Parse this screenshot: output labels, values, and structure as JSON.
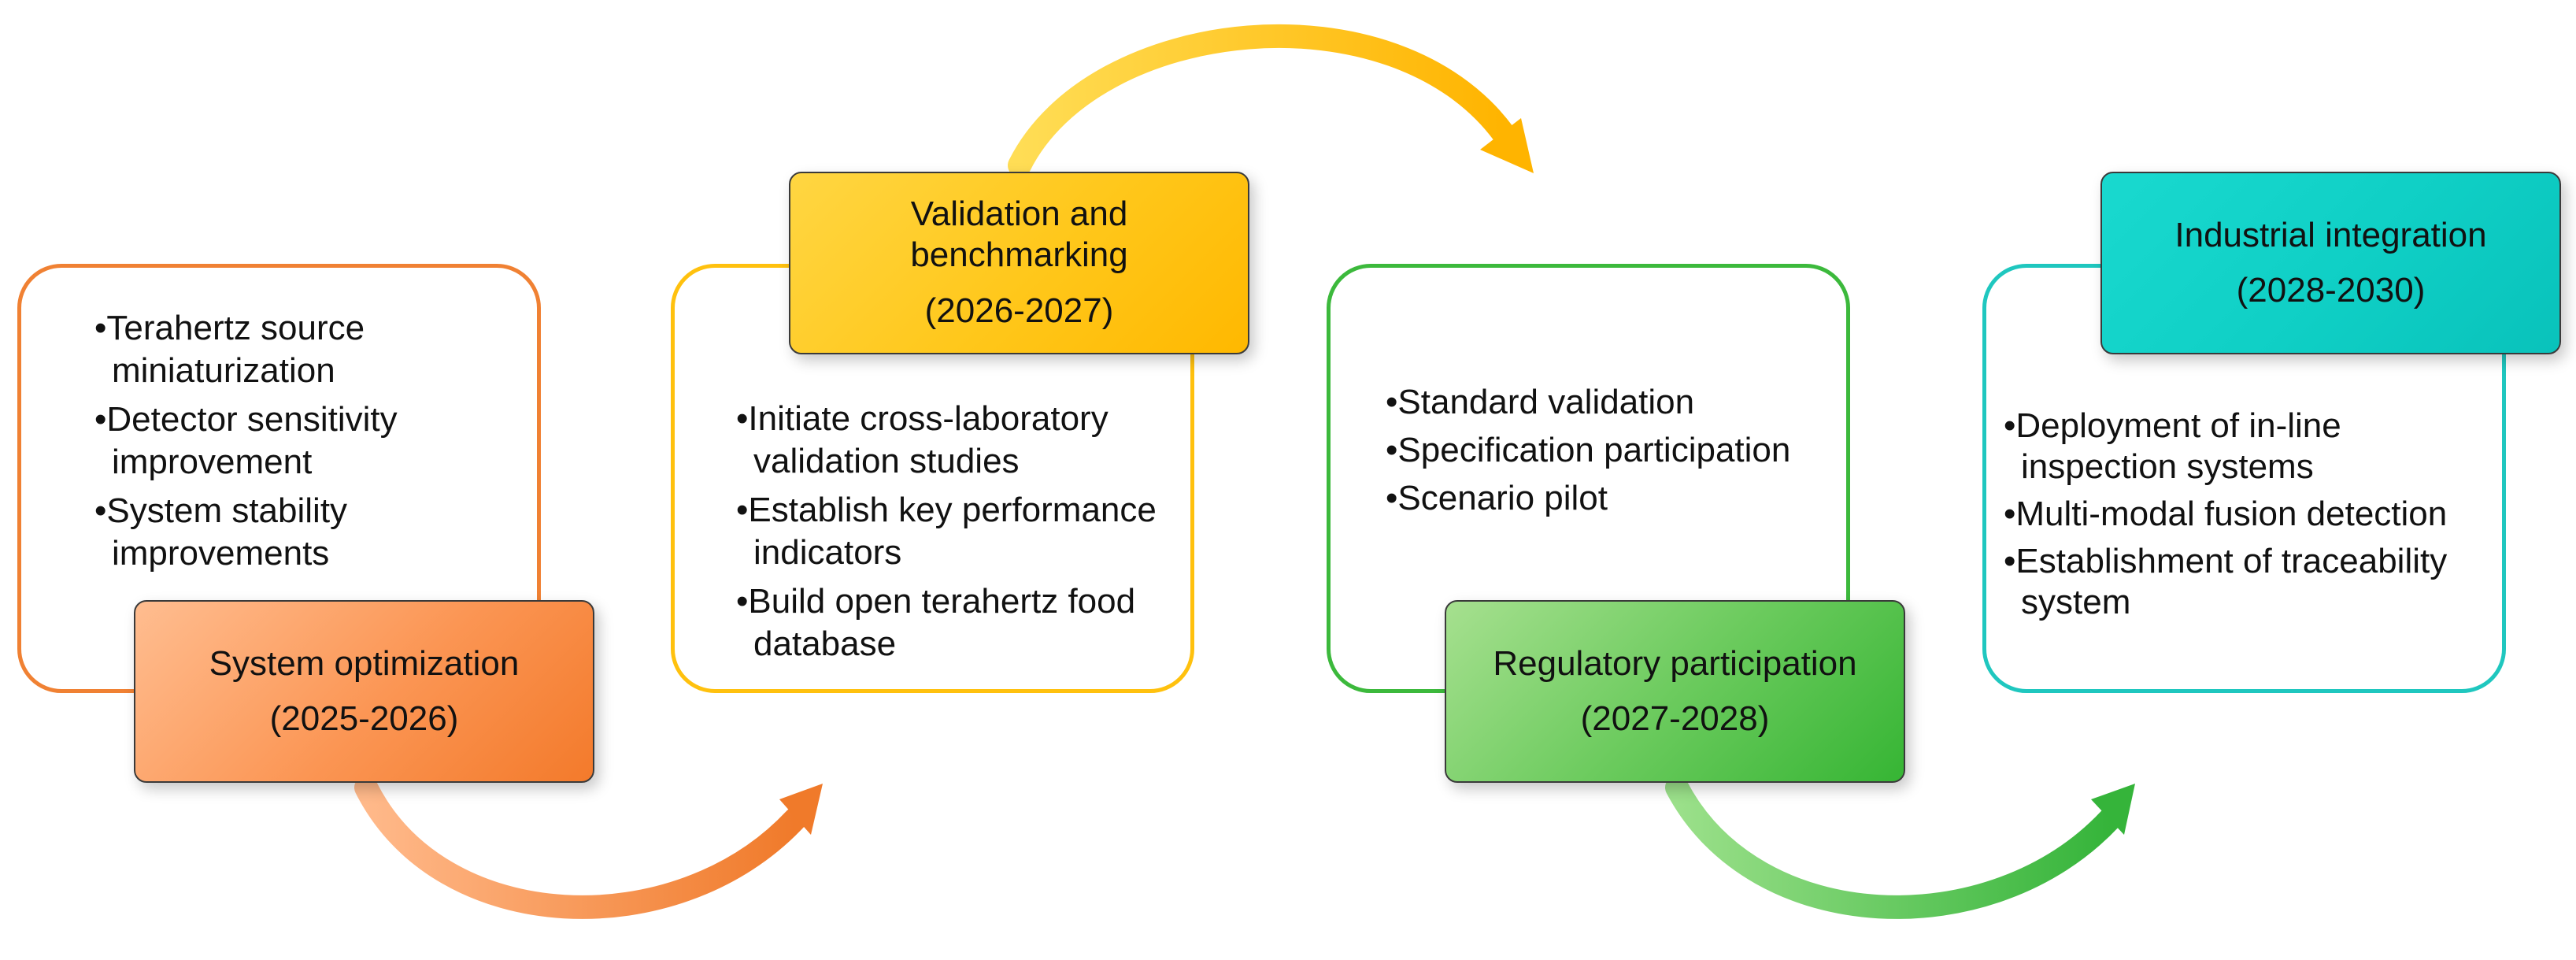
{
  "colors": {
    "orange": "#f08133",
    "yellow": "#ffc10e",
    "green": "#3cb93c",
    "teal": "#1fc7bf"
  },
  "stages": [
    {
      "title": "System optimization",
      "years": "(2025-2026)",
      "bullets": [
        "Terahertz source miniaturization",
        "Detector sensitivity improvement",
        "System stability improvements"
      ]
    },
    {
      "title": "Validation and benchmarking",
      "years": "(2026-2027)",
      "bullets": [
        "Initiate cross-laboratory validation studies",
        "Establish key performance indicators",
        "Build open terahertz food database"
      ]
    },
    {
      "title": "Regulatory participation",
      "years": "(2027-2028)",
      "bullets": [
        "Standard validation",
        "Specification participation",
        "Scenario pilot"
      ]
    },
    {
      "title": "Industrial integration",
      "years": "(2028-2030)",
      "bullets": [
        "Deployment of in-line inspection systems",
        "Multi-modal fusion detection",
        "Establishment of traceability system"
      ]
    }
  ]
}
